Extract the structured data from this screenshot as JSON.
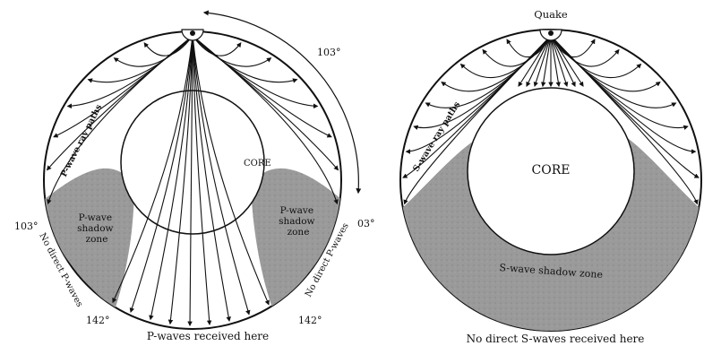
{
  "left_diagram": {
    "quake_label": "",
    "arc_angle": "103°",
    "core_label": "CORE",
    "ray_label": "P-wave ray paths",
    "shadow_left": [
      "P-wave",
      "shadow",
      "zone"
    ],
    "shadow_right": [
      "P-wave",
      "shadow",
      "zone"
    ],
    "angle_left_103": "103°",
    "angle_right_103": "03°",
    "angle_left_142": "142°",
    "angle_right_142": "142°",
    "no_direct_left": "No direct P-waves",
    "no_direct_right": "No direct P-waves",
    "caption": "P-waves received here"
  },
  "right_diagram": {
    "quake_label": "Quake",
    "core_label": "CORE",
    "ray_label": "S-wave ray paths",
    "shadow_label": "S-wave shadow zone",
    "caption": "No direct S-waves received here"
  },
  "colors": {
    "shadow": "#9a9a9a",
    "line": "#111111",
    "background": "#ffffff"
  }
}
